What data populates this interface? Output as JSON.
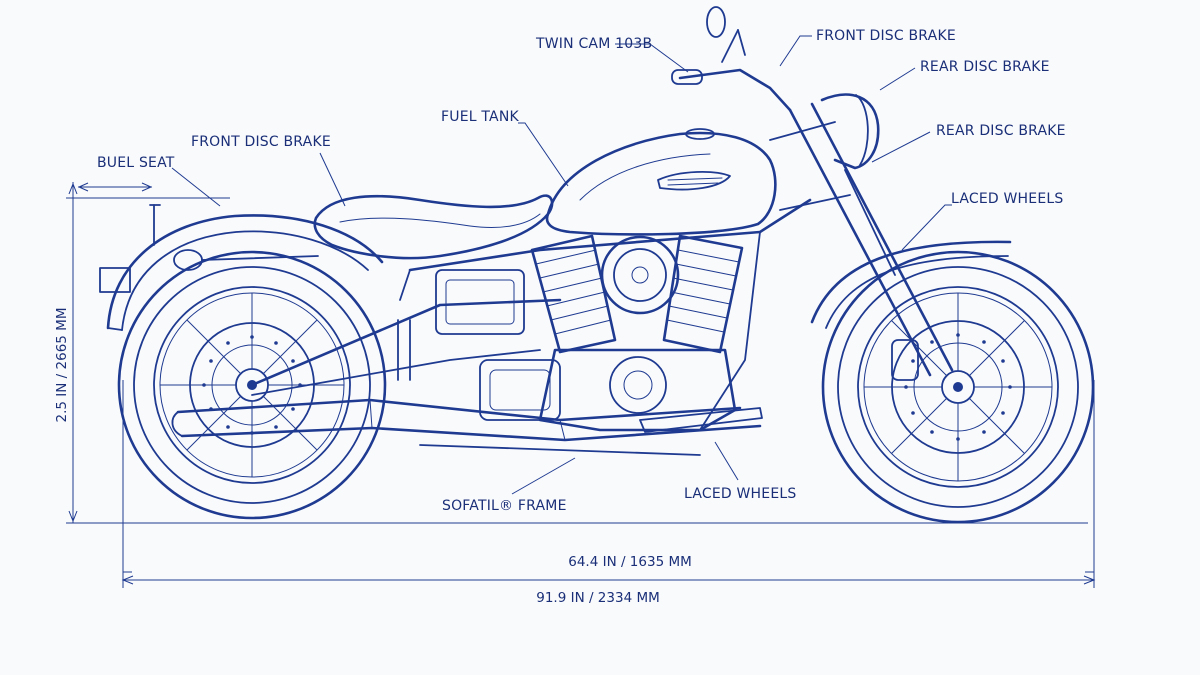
{
  "colors": {
    "ink": "#1f3b91",
    "background": "#f9fafc"
  },
  "labels": {
    "twin_cam": "TWIN CAM 103B",
    "front_disc_top": "FRONT DISC BRAKE",
    "rear_disc_1": "REAR DISC BRAKE",
    "rear_disc_2": "REAR DISC BRAKE",
    "fuel_tank": "FUEL TANK",
    "front_disc_left": "FRONT DISC BRAKE",
    "seat": "BUEL SEAT",
    "laced_wheels_right": "LACED WHEELS",
    "laced_wheels_bottom": "LACED WHEELS",
    "frame": "SOFATIL® FRAME"
  },
  "dimensions": {
    "height": "2.5 IN / 2665 MM",
    "wheelbase": "64.4 IN / 1635 MM",
    "length": "91.9 IN / 2334 MM"
  }
}
